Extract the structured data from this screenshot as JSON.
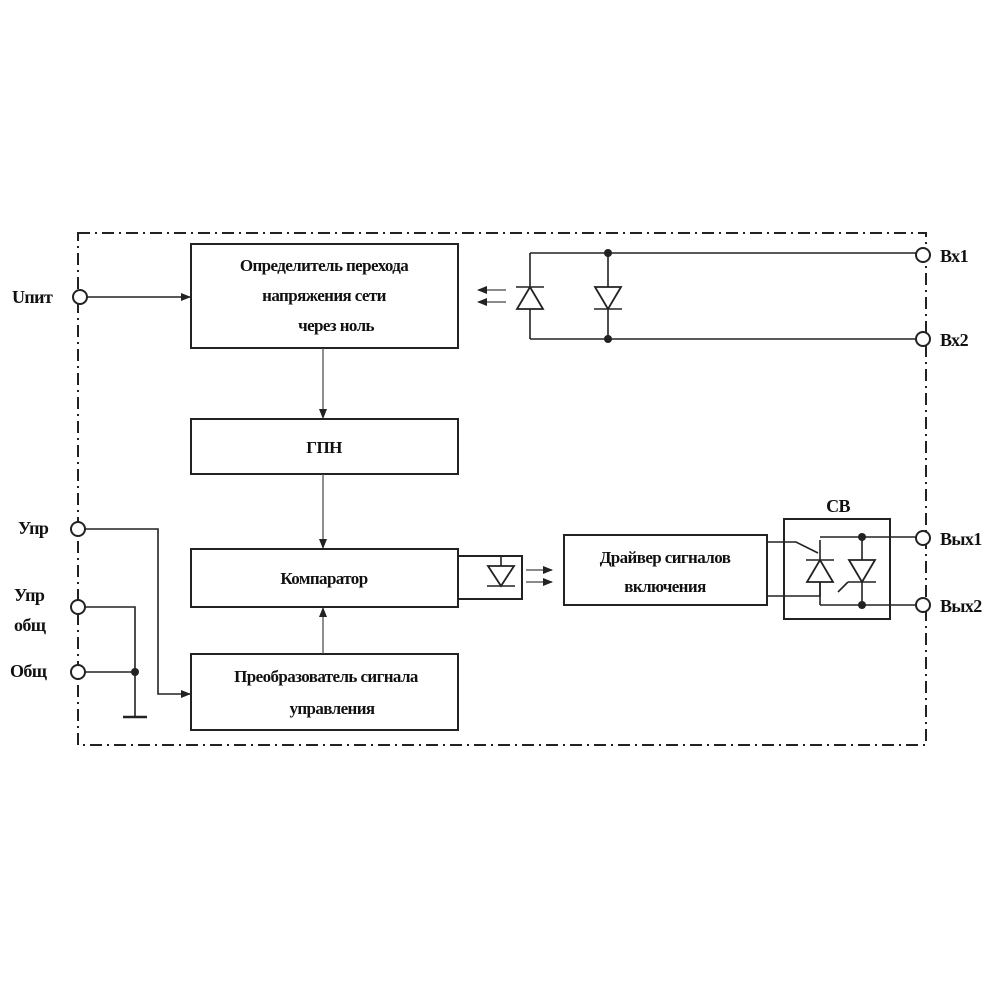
{
  "blocks": {
    "zero_cross": [
      "Определитель перехода",
      "напряжения сети",
      "через ноль"
    ],
    "gpn": "ГПН",
    "comparator": "Компаратор",
    "converter": [
      "Преобразователь сигнала",
      "управления"
    ],
    "driver": [
      "Драйвер сигналов",
      "включения"
    ],
    "sv": "СВ"
  },
  "terminals": {
    "upit": "Uпит",
    "upr": "Упр",
    "upr_obsh": [
      "Упр",
      "общ"
    ],
    "obsh": "Общ",
    "vx1": "Вх1",
    "vx2": "Вх2",
    "vyx1": "Вых1",
    "vyx2": "Вых2"
  }
}
